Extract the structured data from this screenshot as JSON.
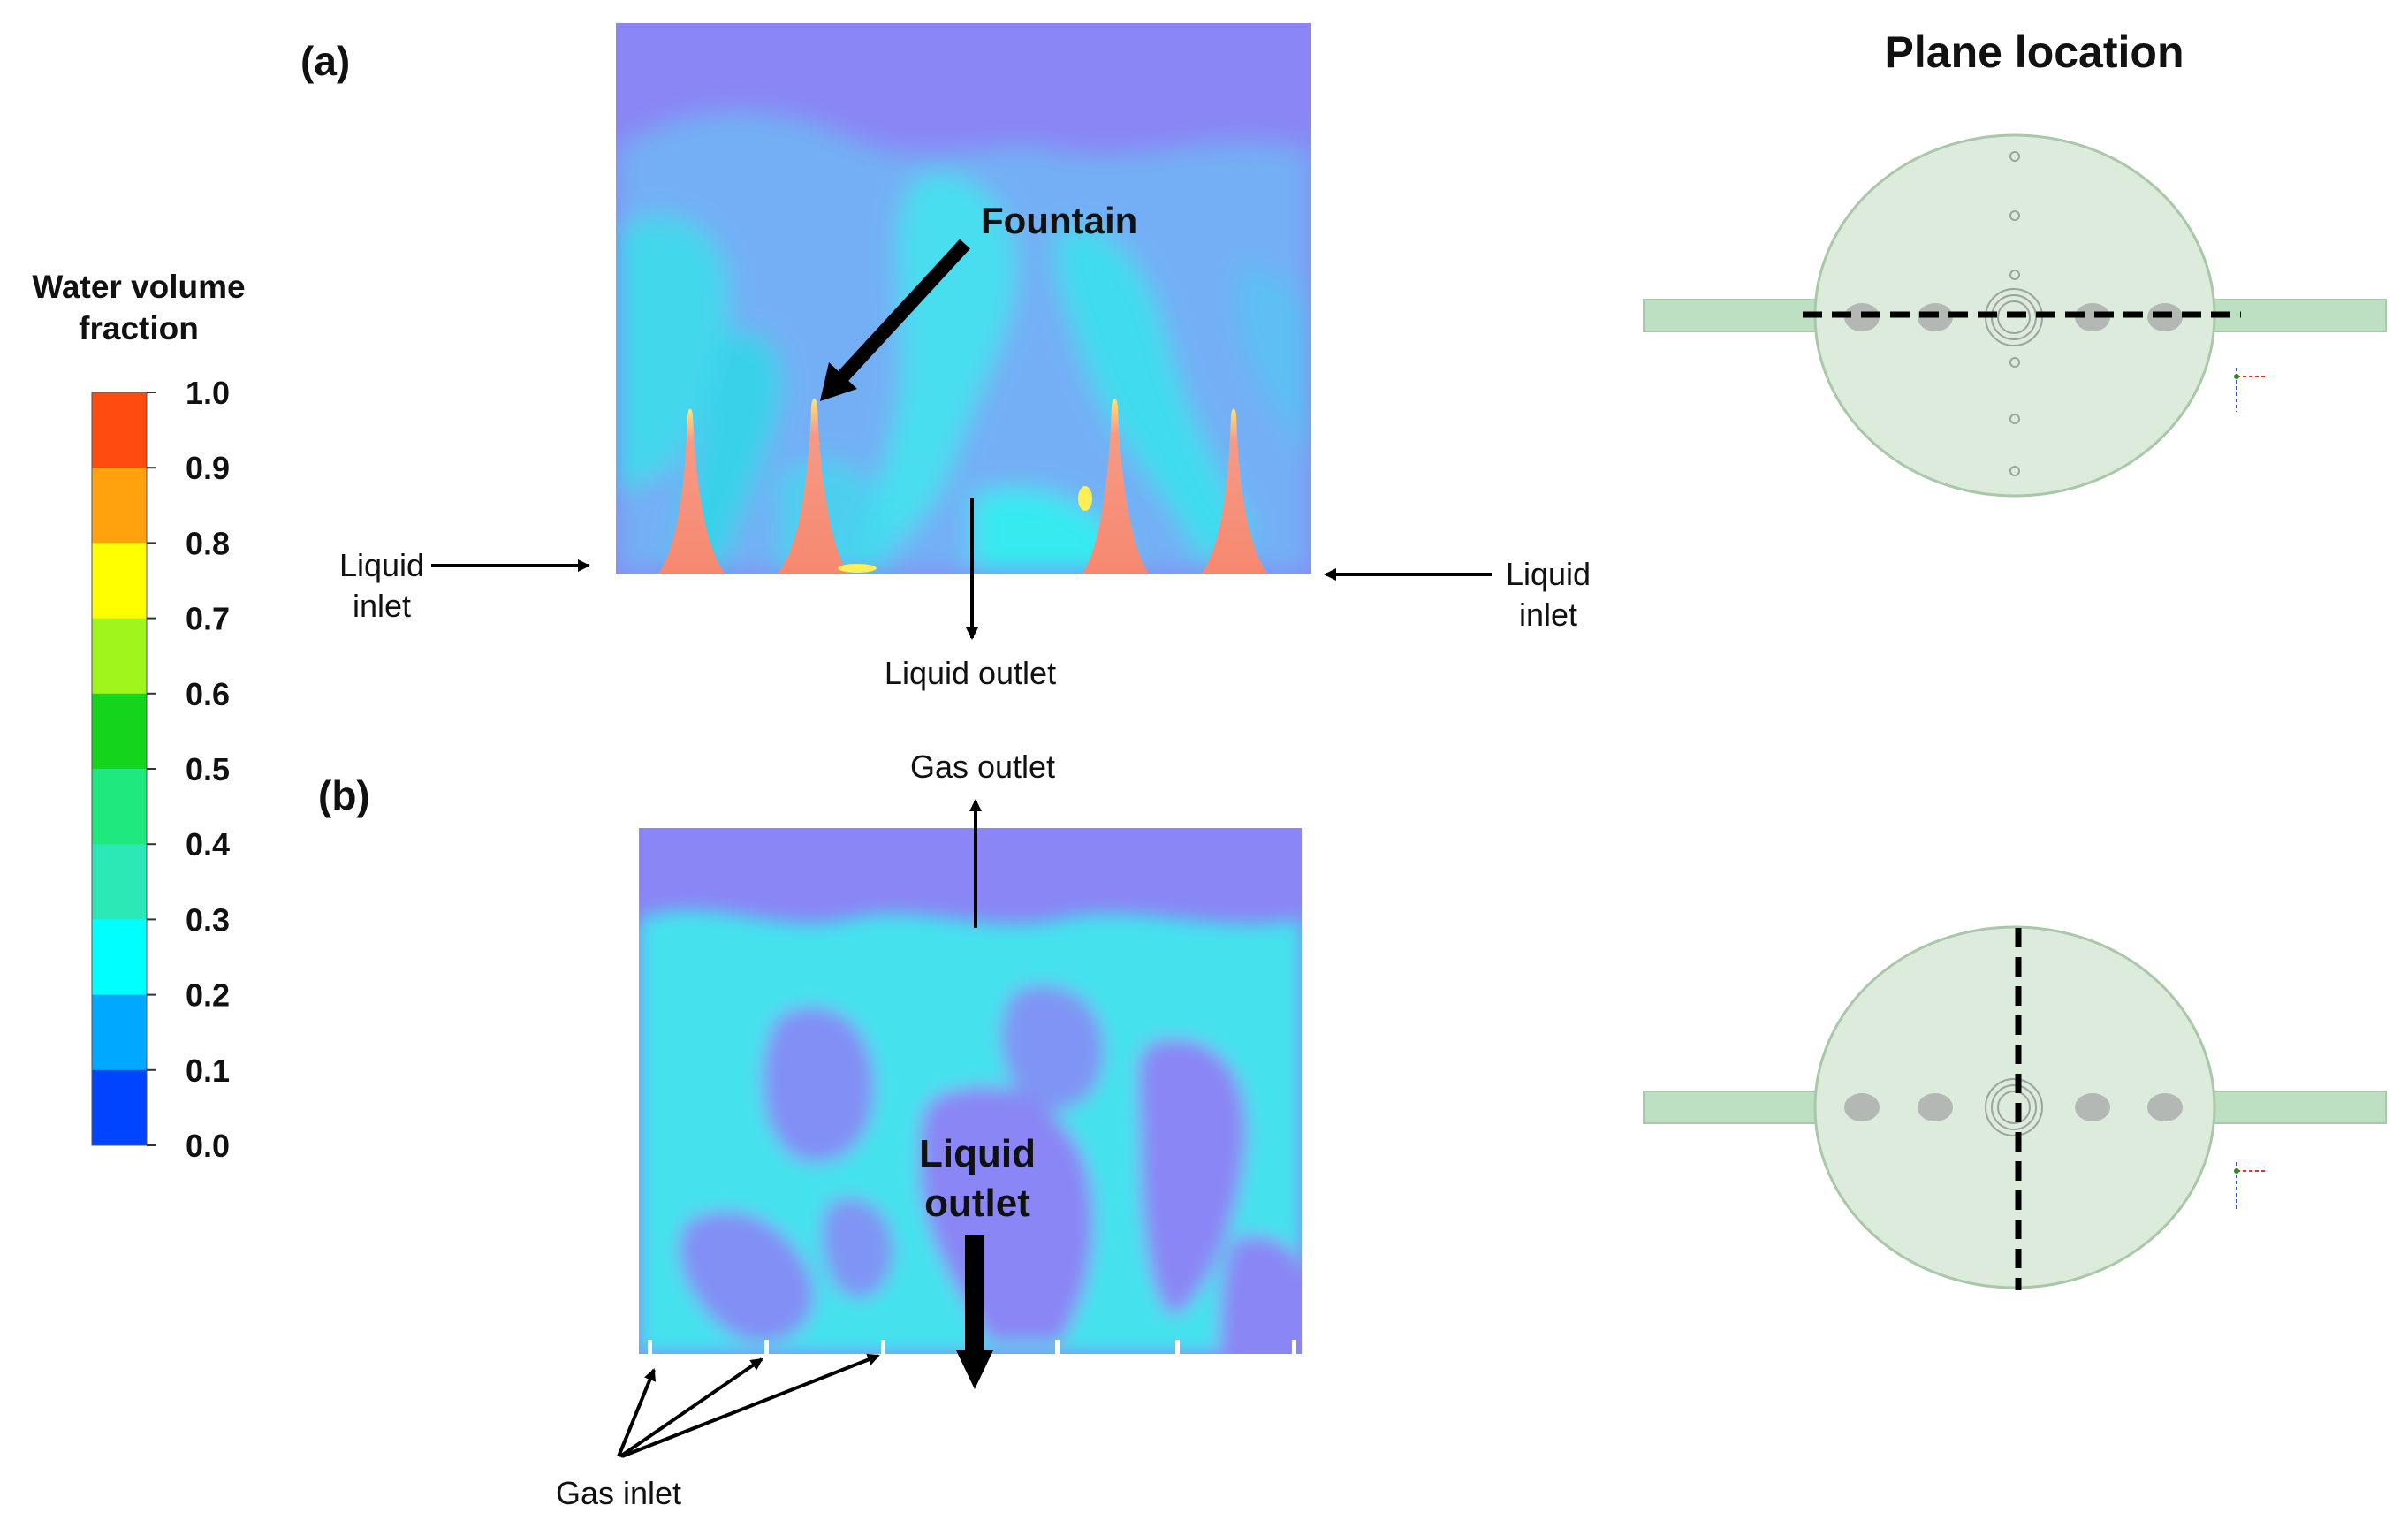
{
  "panels": {
    "a": {
      "letter": "(a)"
    },
    "b": {
      "letter": "(b)"
    }
  },
  "plane_location": {
    "title": "Plane location"
  },
  "colorbar": {
    "title_line1": "Water volume",
    "title_line2": "fraction",
    "ticks": [
      "1.0",
      "0.9",
      "0.8",
      "0.7",
      "0.6",
      "0.5",
      "0.4",
      "0.3",
      "0.2",
      "0.1",
      "0.0"
    ],
    "colors": [
      "#ff4a10",
      "#ffa20e",
      "#ffff00",
      "#9ff51c",
      "#14d41c",
      "#1ee87e",
      "#2be8b6",
      "#00ffff",
      "#00a9ff",
      "#0044ff"
    ]
  },
  "annotations_a": {
    "fountain": "Fountain",
    "liquid_inlet_left_1": "Liquid",
    "liquid_inlet_left_2": "inlet",
    "liquid_inlet_right_1": "Liquid",
    "liquid_inlet_right_2": "inlet",
    "liquid_outlet": "Liquid outlet"
  },
  "annotations_b": {
    "gas_outlet": "Gas outlet",
    "liquid_outlet_1": "Liquid",
    "liquid_outlet_2": "outlet",
    "gas_inlet": "Gas inlet"
  },
  "colors": {
    "contour_background": "#8a86f5",
    "gas_phase": "#8a86f5",
    "liquid_mix": "#3ee6ee",
    "fountain": "#f58a7a",
    "vessel_fill": "#dcebdc",
    "vessel_stroke": "#a8c8a8",
    "pipe_fill": "#bde0c2",
    "nozzle_fill": "#b4b8b4"
  }
}
